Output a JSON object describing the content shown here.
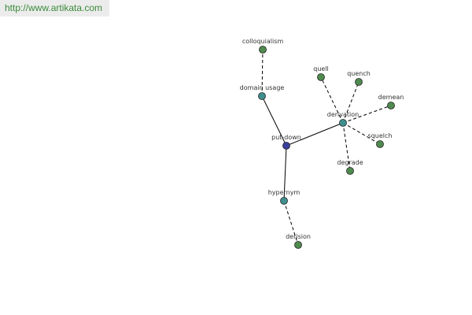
{
  "header": {
    "url": "http://www.artikata.com"
  },
  "graph": {
    "colors": {
      "center": "#3a3f9e",
      "relation": "#3f8f8f",
      "word": "#4f8a4f",
      "edge": "#000000"
    },
    "nodes": [
      {
        "id": "put-down",
        "label": "put-down",
        "kind": "center"
      },
      {
        "id": "domain-usage",
        "label": "domain usage",
        "kind": "relation"
      },
      {
        "id": "derivation",
        "label": "derivation",
        "kind": "relation"
      },
      {
        "id": "hypernym",
        "label": "hypernym",
        "kind": "relation"
      },
      {
        "id": "colloquialism",
        "label": "colloquialism",
        "kind": "word"
      },
      {
        "id": "quell",
        "label": "quell",
        "kind": "word"
      },
      {
        "id": "quench",
        "label": "quench",
        "kind": "word"
      },
      {
        "id": "demean",
        "label": "demean",
        "kind": "word"
      },
      {
        "id": "squelch",
        "label": "squelch",
        "kind": "word"
      },
      {
        "id": "degrade",
        "label": "degrade",
        "kind": "word"
      },
      {
        "id": "derision",
        "label": "derision",
        "kind": "word"
      }
    ],
    "edges": [
      {
        "from": "put-down",
        "to": "domain-usage",
        "style": "solid"
      },
      {
        "from": "put-down",
        "to": "derivation",
        "style": "solid"
      },
      {
        "from": "put-down",
        "to": "hypernym",
        "style": "solid"
      },
      {
        "from": "domain-usage",
        "to": "colloquialism",
        "style": "dashed"
      },
      {
        "from": "derivation",
        "to": "quell",
        "style": "dashed"
      },
      {
        "from": "derivation",
        "to": "quench",
        "style": "dashed"
      },
      {
        "from": "derivation",
        "to": "demean",
        "style": "dashed"
      },
      {
        "from": "derivation",
        "to": "squelch",
        "style": "dashed"
      },
      {
        "from": "derivation",
        "to": "degrade",
        "style": "dashed"
      },
      {
        "from": "hypernym",
        "to": "derision",
        "style": "dashed"
      }
    ]
  }
}
